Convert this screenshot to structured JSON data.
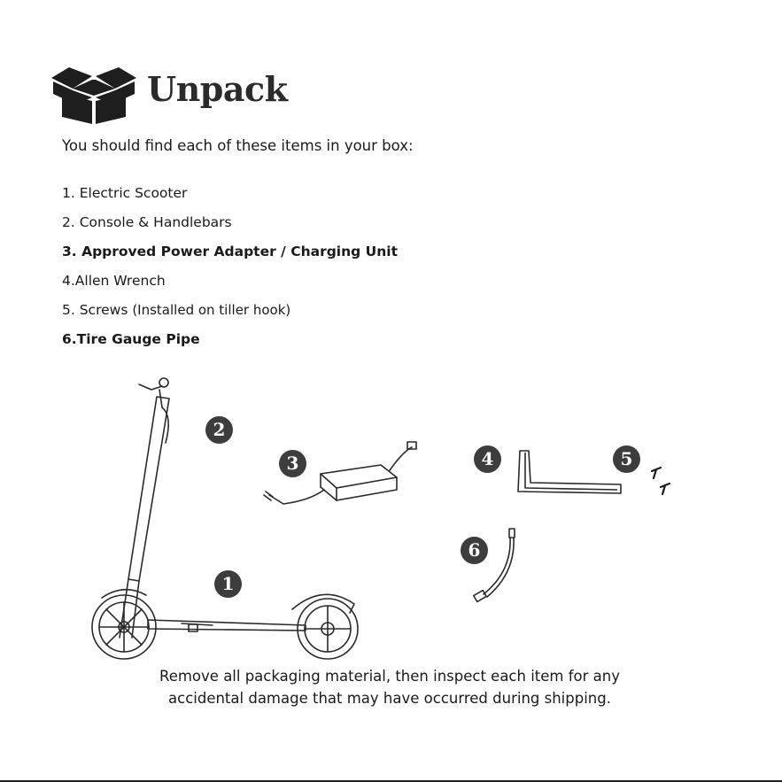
{
  "heading": {
    "title": "Unpack",
    "icon": "open-box-icon"
  },
  "intro": "You should find each of these items in your box:",
  "items": [
    {
      "text": "1. Electric Scooter",
      "note": ""
    },
    {
      "text": "2. Console & Handlebars",
      "note": ""
    },
    {
      "text": "3. Approved Power Adapter / Charging Unit",
      "note": ""
    },
    {
      "text": "4.Allen Wrench",
      "note": ""
    },
    {
      "text": "5. Screws ",
      "note": "(Installed on tiller hook)"
    },
    {
      "text": "6.Tire Gauge Pipe",
      "note": ""
    }
  ],
  "badges": [
    "1",
    "2",
    "3",
    "4",
    "5",
    "6"
  ],
  "footer": {
    "line1": "Remove all packaging material, then inspect each item for any",
    "line2": "accidental damage that may have occurred during shipping."
  },
  "colors": {
    "text": "#1a1a1a",
    "badge": "#3d3d3d",
    "icon": "#1e1e1e"
  }
}
